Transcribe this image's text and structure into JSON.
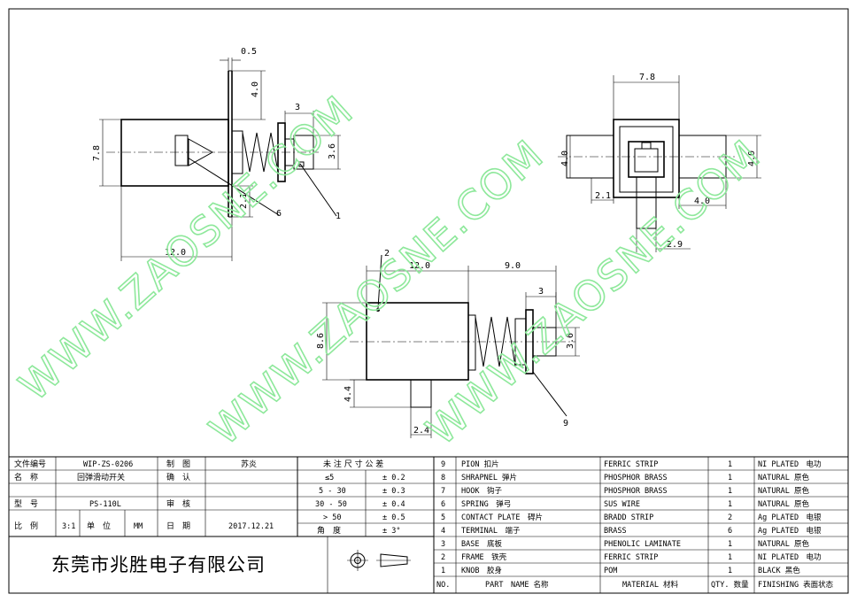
{
  "drawing": {
    "dims_left": {
      "d0_5": "0.5",
      "d4_0": "4.0",
      "d3": "3",
      "d7_8": "7.8",
      "d3_6": "3.6",
      "d2_1": "2.1",
      "d12_0": "12.0",
      "b6": "6",
      "b1": "1"
    },
    "dims_right": {
      "d7_8": "7.8",
      "d4_0_left": "4.0",
      "d4_0_right": "4.0",
      "d2_1": "2.1",
      "d4_0_bottom": "4.0",
      "d2_9": "2.9"
    },
    "dims_bottom": {
      "b2": "2",
      "d12_0": "12.0",
      "d9_0": "9.0",
      "d3": "3",
      "d8_6": "8.6",
      "d3_6": "3.6",
      "d4_4": "4.4",
      "d2_4": "2.4",
      "b9": "9"
    }
  },
  "watermark": {
    "text": "WWW.ZAOSNE.COM"
  },
  "title_block": {
    "rows": [
      {
        "label": "文件编号",
        "value": "WIP-ZS-0206",
        "label2": "制　图",
        "value2": "苏炎"
      },
      {
        "label": "名　称",
        "value": "回弹滑动开关",
        "label2": "确　认",
        "value2": ""
      },
      {
        "label": "型　号",
        "value": "PS-110L",
        "label2": "审　核",
        "value2": ""
      },
      {
        "label": "比　例",
        "value": "3:1",
        "unit_label": "单　位",
        "unit_value": "MM",
        "label2": "日　期",
        "value2": "2017.12.21"
      }
    ],
    "tolerance": {
      "header": "未 注 尺 寸 公 差",
      "rows": [
        {
          "range": "≤5",
          "tol": "± 0.2"
        },
        {
          "range": "5 - 30",
          "tol": "± 0.3"
        },
        {
          "range": "30 - 50",
          "tol": "± 0.4"
        },
        {
          "range": "> 50",
          "tol": "± 0.5"
        },
        {
          "range": "角　度",
          "tol": "± 3°"
        }
      ]
    },
    "company": "东莞市兆胜电子有限公司",
    "bom": [
      {
        "no": "9",
        "part": "PION 扣片",
        "material": "FERRIC STRIP",
        "qty": "1",
        "finish": "NI PLATED　电功"
      },
      {
        "no": "8",
        "part": "SHRAPNEL 弹片",
        "material": "PHOSPHOR BRASS",
        "qty": "1",
        "finish": "NATURAL 原色"
      },
      {
        "no": "7",
        "part": "HOOK　钩子",
        "material": "PHOSPHOR BRASS",
        "qty": "1",
        "finish": "NATURAL 原色"
      },
      {
        "no": "6",
        "part": "SPRING　弹弓",
        "material": "SUS WIRE",
        "qty": "1",
        "finish": "NATURAL 原色"
      },
      {
        "no": "5",
        "part": "CONTACT PLATE　碍片",
        "material": "BRADD STRIP",
        "qty": "2",
        "finish": "Ag PLATED　电银"
      },
      {
        "no": "4",
        "part": "TERMINAL　端子",
        "material": "BRASS",
        "qty": "6",
        "finish": "Ag PLATED　电银"
      },
      {
        "no": "3",
        "part": "BASE　底板",
        "material": "PHENOLIC LAMINATE",
        "qty": "1",
        "finish": "NATURAL 原色"
      },
      {
        "no": "2",
        "part": "FRAME　铁壳",
        "material": "FERRIC STRIP",
        "qty": "1",
        "finish": "NI PLATED　电功"
      },
      {
        "no": "1",
        "part": "KNOB　胶身",
        "material": "POM",
        "qty": "1",
        "finish": "BLACK 黑色"
      }
    ],
    "bom_header": {
      "no": "NO.",
      "part": "PART　NAME 名称",
      "material": "MATERIAL 材料",
      "qty": "QTY. 数量",
      "finish": "FINISHING 表面状态"
    }
  }
}
